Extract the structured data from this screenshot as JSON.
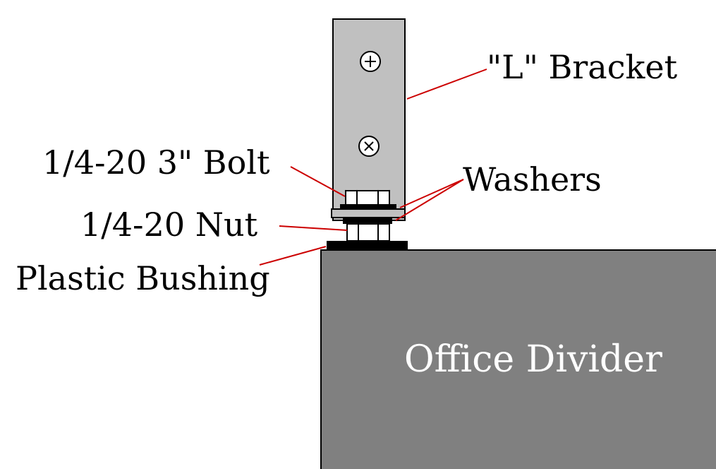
{
  "labels": {
    "l_bracket": "\"L\" Bracket",
    "bolt": "1/4-20 3\" Bolt",
    "washers": "Washers",
    "nut": "1/4-20 Nut",
    "bushing": "Plastic Bushing",
    "office_divider": "Office Divider"
  },
  "colors": {
    "bracket_fill": "#c0c0c0",
    "divider_fill": "#808080",
    "divider_text": "#ffffff",
    "leader_line": "#cc0000",
    "outline": "#000000"
  },
  "icons": {
    "upper_screw": "phillips-screw-icon",
    "lower_screw": "cross-screw-icon"
  }
}
